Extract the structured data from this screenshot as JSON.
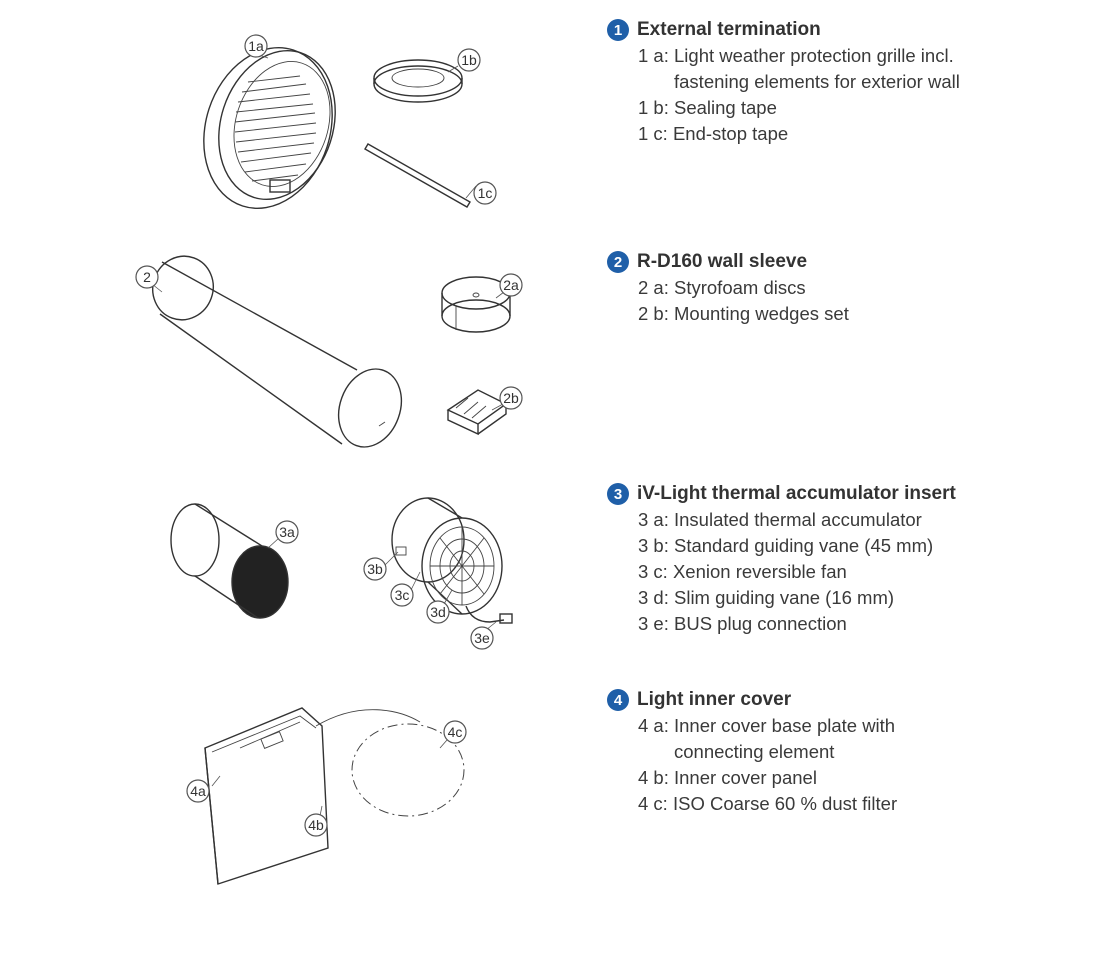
{
  "sections": [
    {
      "number": "1",
      "title": "External termination",
      "items": [
        {
          "code": "1 a: ",
          "text": "Light weather protection grille incl.",
          "continuation": "fastening elements for exterior wall"
        },
        {
          "code": "1 b: ",
          "text": "Sealing tape"
        },
        {
          "code": "1 c: ",
          "text": "End-stop tape"
        }
      ]
    },
    {
      "number": "2",
      "title": "R-D160 wall sleeve",
      "items": [
        {
          "code": "2 a: ",
          "text": "Styrofoam discs"
        },
        {
          "code": "2 b: ",
          "text": "Mounting wedges set"
        }
      ]
    },
    {
      "number": "3",
      "title": "iV-Light thermal accumulator insert",
      "items": [
        {
          "code": "3 a: ",
          "text": "Insulated thermal accumulator"
        },
        {
          "code": "3 b: ",
          "text": "Standard guiding vane (45 mm)"
        },
        {
          "code": "3 c: ",
          "text": "Xenion reversible fan"
        },
        {
          "code": "3 d: ",
          "text": "Slim guiding vane (16 mm)"
        },
        {
          "code": "3 e: ",
          "text": "BUS plug connection"
        }
      ]
    },
    {
      "number": "4",
      "title": "Light inner cover",
      "items": [
        {
          "code": "4 a: ",
          "text": "Inner cover base plate with",
          "continuation": "connecting element"
        },
        {
          "code": "4 b: ",
          "text": "Inner cover panel"
        },
        {
          "code": "4 c: ",
          "text": "ISO Coarse 60 % dust filter"
        }
      ]
    }
  ],
  "callouts": {
    "c1a": "1a",
    "c1b": "1b",
    "c1c": "1c",
    "c2": "2",
    "c2a": "2a",
    "c2b": "2b",
    "c3a": "3a",
    "c3b": "3b",
    "c3c": "3c",
    "c3d": "3d",
    "c3e": "3e",
    "c4a": "4a",
    "c4b": "4b",
    "c4c": "4c"
  },
  "colors": {
    "number_badge": "#1f5fa8",
    "text": "#3a3a3a",
    "line_art": "#333333"
  }
}
